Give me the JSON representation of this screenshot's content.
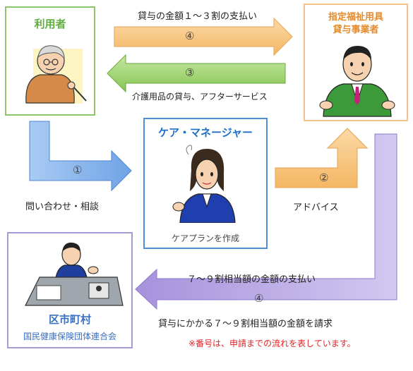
{
  "nodes": {
    "user": {
      "title": "利用者",
      "title_color": "#5fae3f",
      "border_color": "#8bc76a"
    },
    "provider": {
      "title_line1": "指定福祉用具",
      "title_line2": "貸与事業者",
      "title_color": "#e58a2a",
      "border_color": "#f2c48a"
    },
    "care_manager": {
      "title": "ケア・マネージャー",
      "caption": "ケアプランを作成",
      "title_color": "#1e6fc7",
      "border_color": "#4f8fd8"
    },
    "municipality": {
      "title": "区市町村",
      "subtitle": "国民健康保険団体連合会",
      "title_color": "#3a6fc1",
      "border_color": "#a99ad6"
    }
  },
  "edges": {
    "e1": {
      "num": "①",
      "label": "問い合わせ・相談",
      "color": "#6fa3e6"
    },
    "e2": {
      "num": "②",
      "label": "アドバイス",
      "color": "#f4b765"
    },
    "e3": {
      "num": "③",
      "label": "介護用品の貸与、アフターサービス",
      "color": "#86c552"
    },
    "e4_top": {
      "num": "④",
      "label": "貸与の金額１～３割の支払い",
      "color": "#f4b765"
    },
    "e4_bottom": {
      "num": "④",
      "label_top": "７～９割相当額の金額の支払い",
      "label_bottom": "貸与にかかる７～９割相当額の金額を請求",
      "color": "#a692dc"
    }
  },
  "note": "※番号は、申請までの流れを表しています。",
  "note_color": "#e2242a"
}
